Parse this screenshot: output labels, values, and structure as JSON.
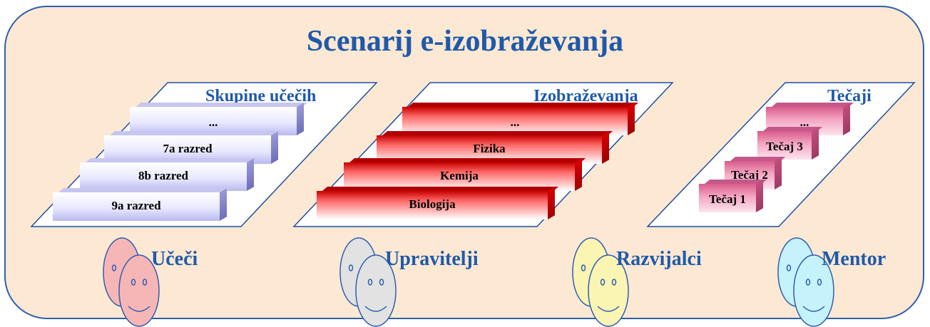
{
  "title": "Scenarij e-izobraževanja",
  "panels": [
    {
      "label": "Skupine učečih",
      "items": [
        "...",
        "7a razred",
        "8b razred",
        "9a razred"
      ]
    },
    {
      "label": "Izobraževanja",
      "items": [
        "...",
        "Fizika",
        "Kemija",
        "Biologija"
      ]
    },
    {
      "label": "Tečaji",
      "items": [
        "...",
        "Tečaj 3",
        "Tečaj 2",
        "Tečaj 1"
      ]
    }
  ],
  "roles": [
    {
      "label": "Učeči",
      "color": "#f7b6b6"
    },
    {
      "label": "Upravitelji",
      "color": "#e2e2e2"
    },
    {
      "label": "Razvijalci",
      "color": "#fbf5b4"
    },
    {
      "label": "Mentor",
      "color": "#c6f3fb"
    }
  ],
  "colors": {
    "accent": "#1f5aa8",
    "background": "#fde8d4",
    "face_outline": "#2e5fb0"
  },
  "icons": [
    "smiley-face-icon"
  ]
}
